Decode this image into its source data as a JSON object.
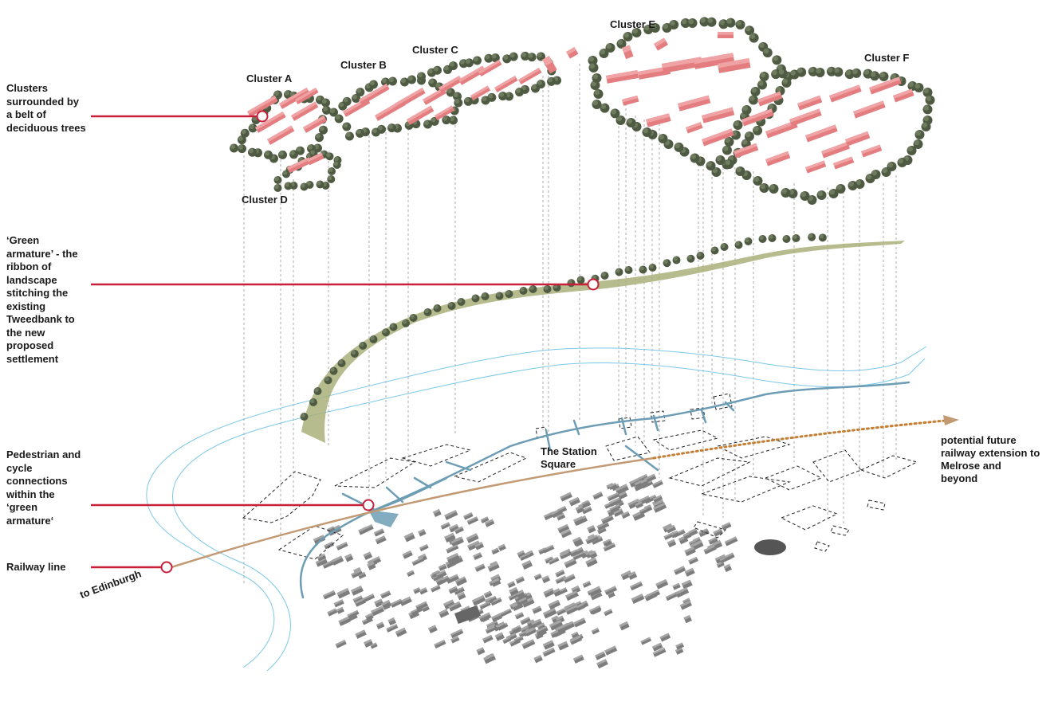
{
  "callouts": {
    "clusters": "Clusters surrounded by a belt of deciduous trees",
    "green_armature": "‘Green armature’ - the ribbon of landscape stitching the existing Tweedbank to the new proposed settlement",
    "pedestrian": "Pedestrian and cycle connections within the ‘green armature‘",
    "railway": "Railway line"
  },
  "clusters": {
    "a": "Cluster A",
    "b": "Cluster B",
    "c": "Cluster C",
    "d": "Cluster D",
    "e": "Cluster E",
    "f": "Cluster F"
  },
  "map_labels": {
    "station_square": "The Station Square",
    "to_edinburgh": "to Edinburgh",
    "future_extension": "potential future railway extension  to Melrose and beyond"
  },
  "colors": {
    "callout_line": "#c8203a",
    "building_red": "#e37d80",
    "building_roof": "#f0a3a4",
    "tree": "#4f5a42",
    "green_ribbon": "#a9b07a",
    "river": "#7cc8e8",
    "path_blue": "#6d9db5",
    "railway": "#c29a73",
    "future_railway": "#c47f34",
    "existing_building": "#7d7d7d",
    "guide_line": "#888888"
  }
}
